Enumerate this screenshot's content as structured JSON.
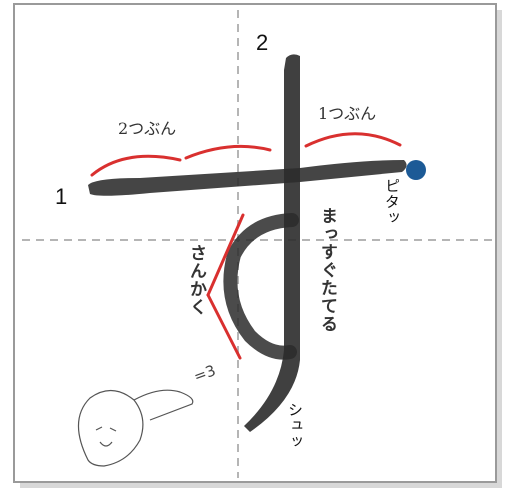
{
  "stroke_numbers": {
    "first": "1",
    "second": "2"
  },
  "annotations": {
    "left_segment": "2つぶん",
    "right_segment": "1つぶん",
    "stop_point": "ピタッ",
    "straight_vertical": "まっすぐたてる",
    "triangle": "さんかく",
    "sweep_end": "シュッ"
  },
  "mascot_sound": "=3",
  "colors": {
    "stroke_ink": "#2b2b2b",
    "guide_red": "#d9302f",
    "stop_dot": "#1c5a96",
    "guide_line": "#b5b5b5"
  }
}
